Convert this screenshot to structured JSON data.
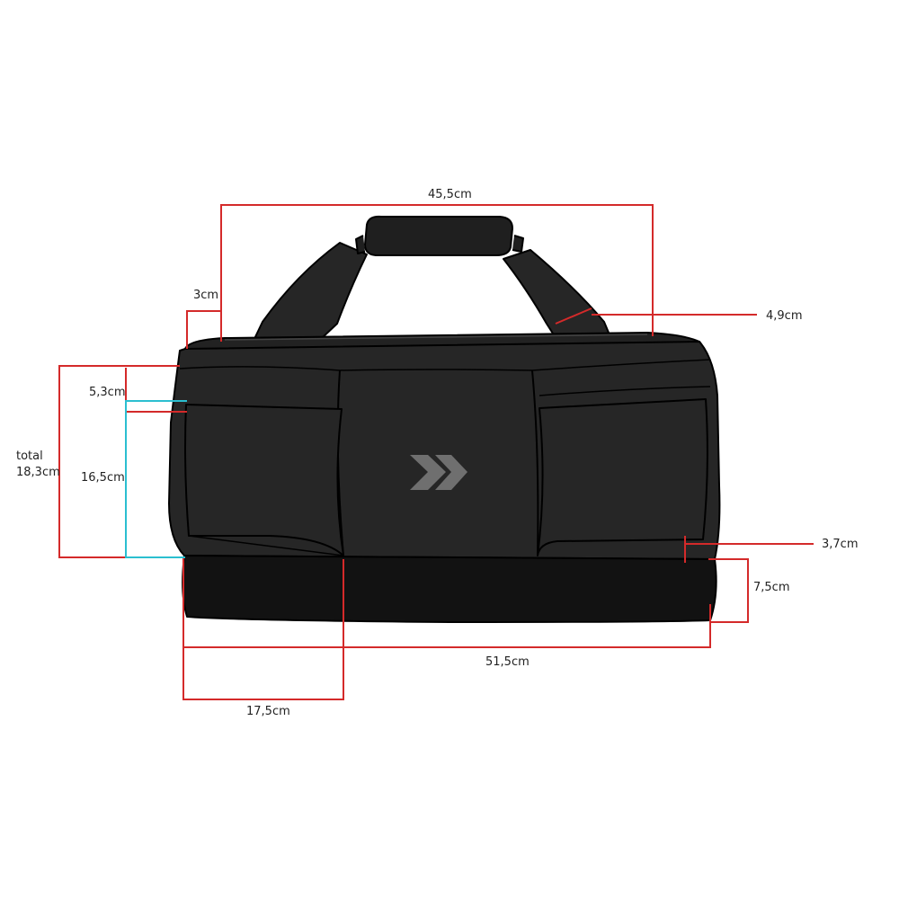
{
  "labels": {
    "top_width": "45,5cm",
    "handle_drop": "3cm",
    "strap_width": "4,9cm",
    "pocket_top": "5,3cm",
    "total_word": "total",
    "total_height": "18,3cm",
    "pocket_height": "16,5cm",
    "side_edge": "3,7cm",
    "base_height": "7,5cm",
    "bottom_length": "51,5cm",
    "depth": "17,5cm"
  },
  "colors": {
    "dimension_line": "#d42a2a",
    "pocket_line": "#2bbfd0",
    "bag_body": "#262626",
    "bag_base": "#121212",
    "outline": "#000000",
    "logo": "#6f6f6f"
  },
  "icons": {
    "logo": "double-chevron-icon"
  }
}
